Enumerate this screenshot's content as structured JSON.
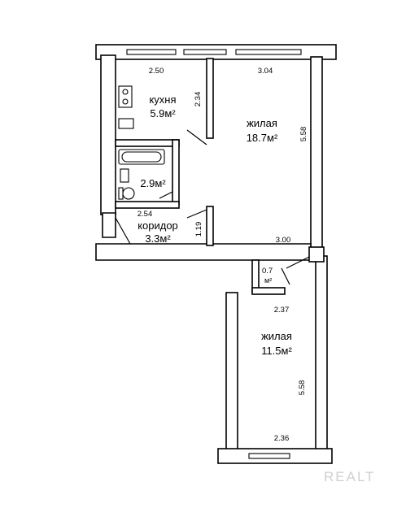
{
  "rooms": {
    "kitchen": {
      "name": "кухня",
      "area": "5.9м²"
    },
    "living_large": {
      "name": "жилая",
      "area": "18.7м²"
    },
    "bathroom": {
      "area": "2.9м²"
    },
    "corridor": {
      "name": "коридор",
      "area": "3.3м²"
    },
    "storage": {
      "area_value": "0.7",
      "area_unit": "м²"
    },
    "living_small": {
      "name": "жилая",
      "area": "11.5м²"
    }
  },
  "dimensions": {
    "kitchen_width": "2.50",
    "kitchen_depth": "2.34",
    "living_large_width": "3.04",
    "living_large_depth": "5.58",
    "bath_width": "2.54",
    "corridor_depth": "1.19",
    "hall_width": "3.00",
    "living_small_top": "2.37",
    "living_small_depth": "5.58",
    "living_small_bottom": "2.36"
  },
  "watermark": "REALT"
}
